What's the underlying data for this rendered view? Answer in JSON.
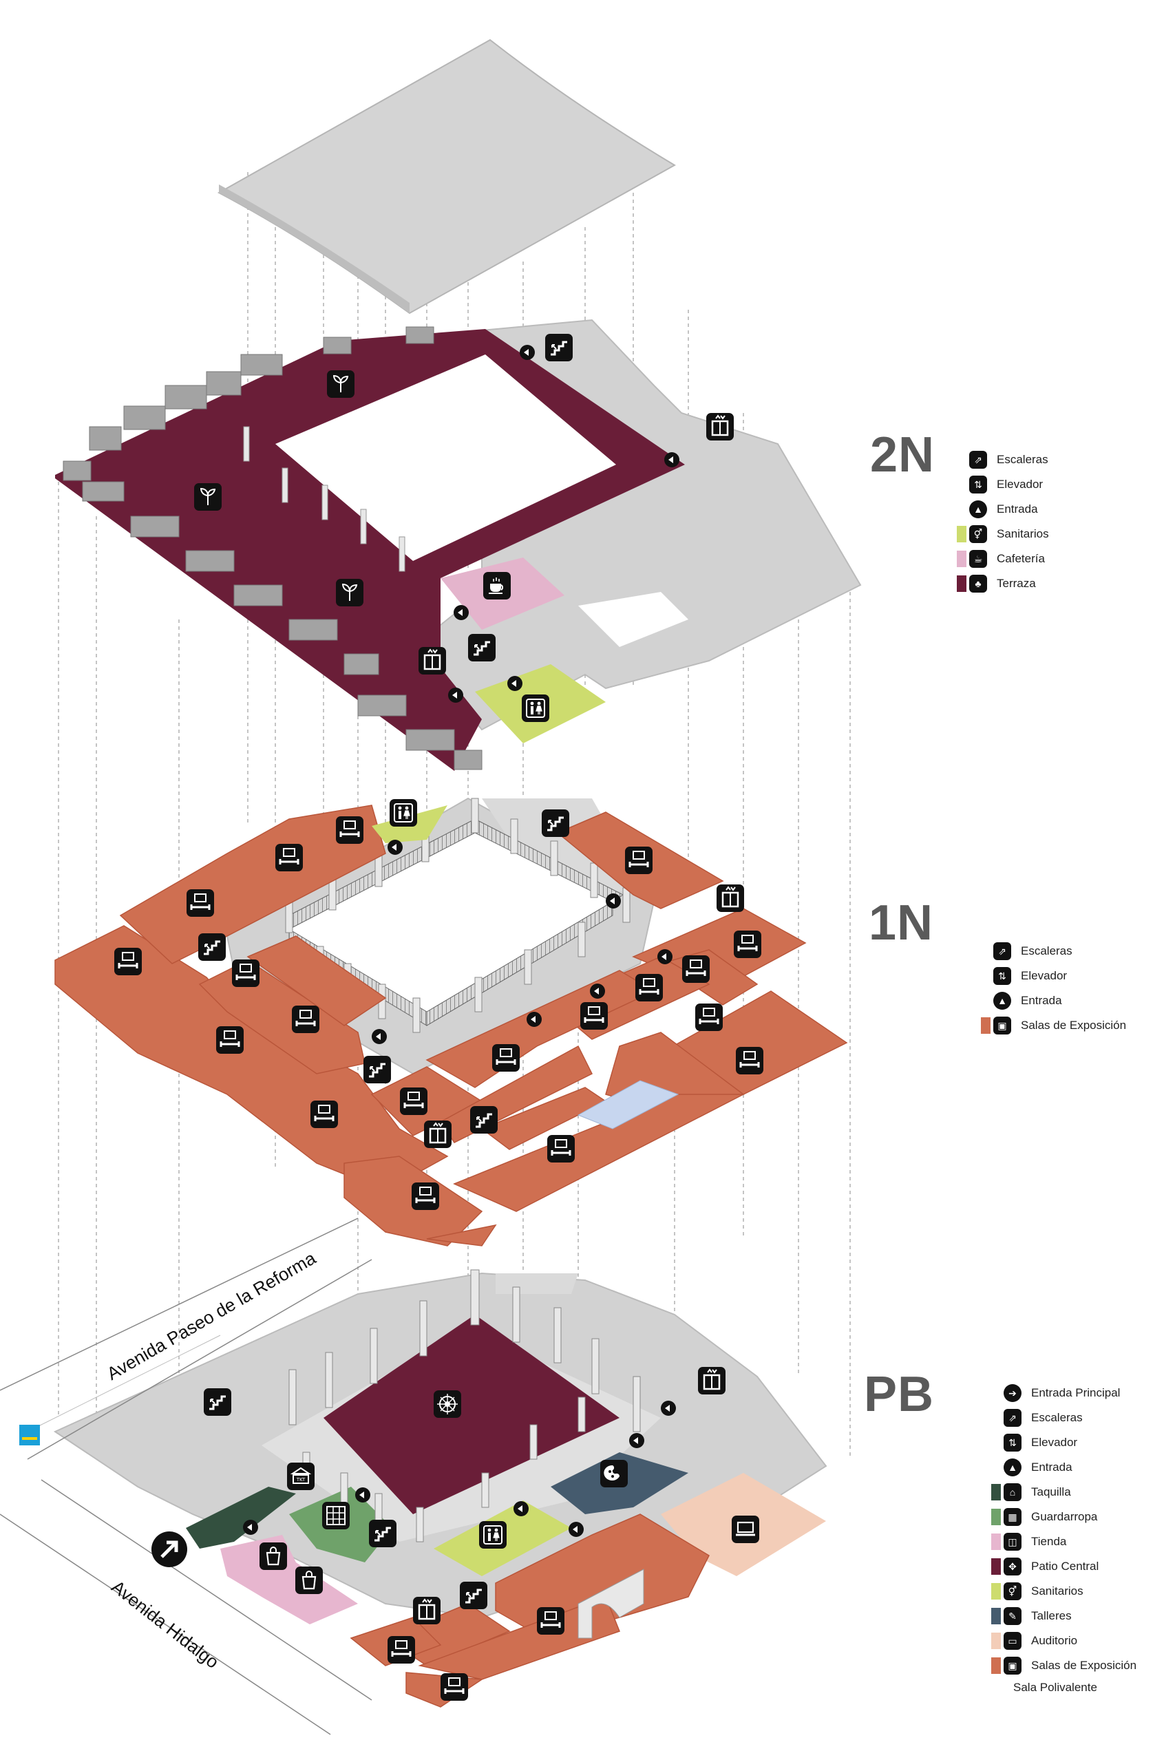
{
  "levels": {
    "roof": {},
    "n2": {
      "label": "2N"
    },
    "n1": {
      "label": "1N"
    },
    "pb": {
      "label": "PB"
    }
  },
  "legends": {
    "n2": [
      {
        "icon": "stairs-icon",
        "label": "Escaleras"
      },
      {
        "icon": "elevator-icon",
        "label": "Elevador"
      },
      {
        "icon": "entrance-icon",
        "label": "Entrada"
      },
      {
        "icon": "restroom-icon",
        "label": "Sanitarios",
        "color": "#cddc6e"
      },
      {
        "icon": "coffee-icon",
        "label": "Cafetería",
        "color": "#e4b4cc"
      },
      {
        "icon": "plant-icon",
        "label": "Terraza",
        "color": "#6a1e38"
      }
    ],
    "n1": [
      {
        "icon": "stairs-icon",
        "label": "Escaleras"
      },
      {
        "icon": "elevator-icon",
        "label": "Elevador"
      },
      {
        "icon": "entrance-icon",
        "label": "Entrada"
      },
      {
        "icon": "gallery-icon",
        "label": "Salas de Exposición",
        "color": "#cf6f51"
      }
    ],
    "pb": [
      {
        "icon": "main-entrance-icon",
        "label": "Entrada Principal"
      },
      {
        "icon": "stairs-icon",
        "label": "Escaleras"
      },
      {
        "icon": "elevator-icon",
        "label": "Elevador"
      },
      {
        "icon": "entrance-icon",
        "label": "Entrada"
      },
      {
        "icon": "ticket-icon",
        "label": "Taquilla",
        "color": "#33503f"
      },
      {
        "icon": "coat-check-icon",
        "label": "Guardarropa",
        "color": "#6fa26a"
      },
      {
        "icon": "shop-icon",
        "label": "Tienda",
        "color": "#e7b6cf"
      },
      {
        "icon": "courtyard-icon",
        "label": "Patio Central",
        "color": "#6a1e38"
      },
      {
        "icon": "restroom-icon",
        "label": "Sanitarios",
        "color": "#cddc6e"
      },
      {
        "icon": "workshop-icon",
        "label": "Talleres",
        "color": "#455b6e"
      },
      {
        "icon": "auditorium-icon",
        "label": "Auditorio",
        "color": "#f3cdb8"
      },
      {
        "icon": "gallery-icon",
        "label": "Salas de Exposición",
        "color": "#cf6f51"
      }
    ],
    "pb_extra": "Sala Polivalente"
  },
  "streets": {
    "reforma": "Avenida Paseo de la Reforma",
    "hidalgo": "Avenida Hidalgo"
  },
  "colors": {
    "gray": "#cfcfcf",
    "gray_light": "#dedede",
    "gray_dark": "#9e9e9e",
    "terrace": "#6a1e38",
    "salas": "#cf6f51",
    "sanitarios": "#cddc6e",
    "cafeteria": "#e4b4cc",
    "taquilla": "#33503f",
    "guardarropa": "#6fa26a",
    "tienda": "#e7b6cf",
    "talleres": "#455b6e",
    "auditorio": "#f3cdb8",
    "water": "#c7d6ef",
    "icon_bg": "#111111"
  }
}
